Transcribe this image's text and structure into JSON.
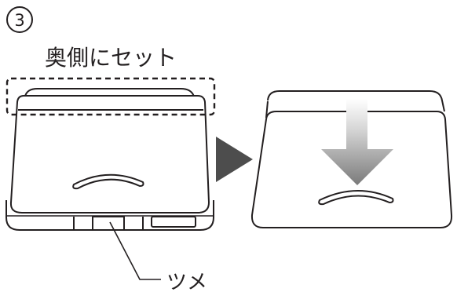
{
  "step_number": "3",
  "top_label": "奥側にセット",
  "bottom_label": "ツメ",
  "colors": {
    "line": "#231f20",
    "arrow_fill": "#4d4d4d",
    "gradient_top": "#ffffff",
    "gradient_bottom": "#7a7a7a"
  },
  "icons": {
    "transition_arrow": "right-triangle-arrow",
    "push_arrow": "down-gradient-arrow"
  }
}
